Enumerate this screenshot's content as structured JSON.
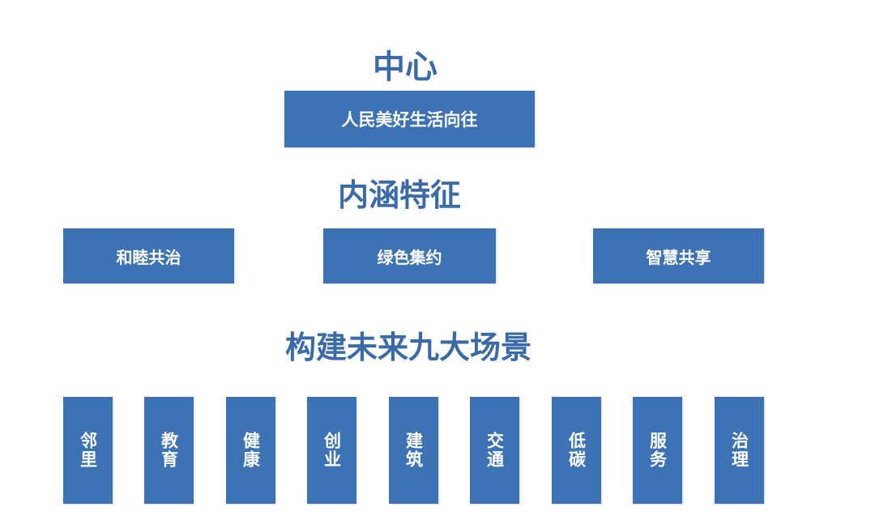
{
  "center": {
    "title": "中心",
    "box": "人民美好生活向往"
  },
  "features": {
    "title": "内涵特征",
    "items": [
      "和睦共治",
      "绿色集约",
      "智慧共享"
    ]
  },
  "scenes": {
    "title": "构建未来九大场景",
    "items": [
      "邻里",
      "教育",
      "健康",
      "创业",
      "建筑",
      "交通",
      "低碳",
      "服务",
      "治理"
    ]
  },
  "colors": {
    "box": "#3d72b4",
    "title": "#3a6aa8"
  }
}
